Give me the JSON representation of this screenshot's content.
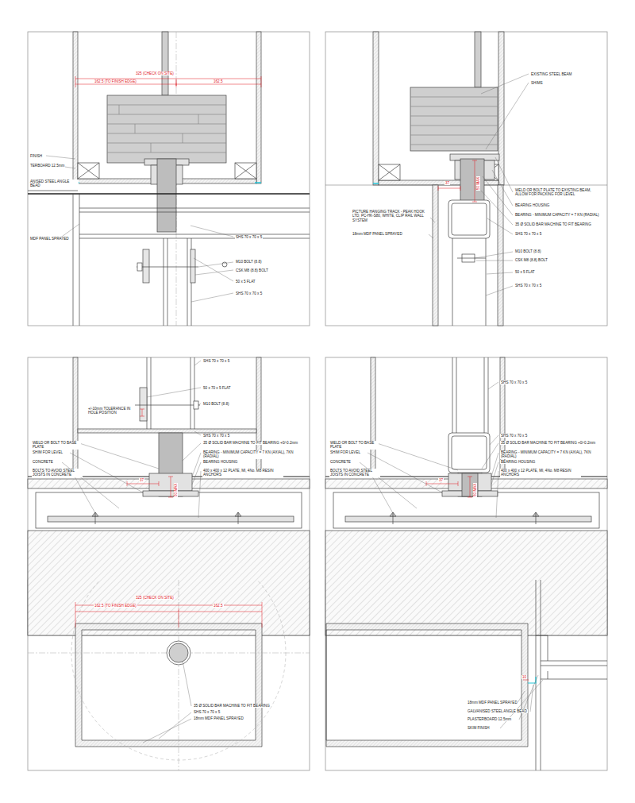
{
  "diagram": {
    "labels": [
      "325 (CHECK ON SITE)",
      "162.5 (TO FINISH EDGE)",
      "162.5",
      "FINISH",
      "TERBOARD 12.5mm",
      "ANISED STEEL ANGLE BEAD",
      "MDF PANEL SPRAYED",
      "SHS 70 x 70 x 5",
      "M10 BOLT (8.8)",
      "CSK M8 (8.8) BOLT",
      "50 x 5 FLAT",
      "SHS 70 x 70 x 5",
      "EXISTING STEEL BEAM",
      "SHIMS",
      "WELD OR BOLT PLATE TO EXISTING BEAM, ALLOW FOR PACKING FOR LEVEL",
      "BEARING HOUSING",
      "BEARING - MINIMUM CAPACITY = 7 KN (RADIAL)",
      "35 Ø SOLID BAR MACHINE TO FIT BEARING",
      "SHS 70 x 70 x 5",
      "M10 BOLT (8.8)",
      "CSK M8 (8.8) BOLT",
      "50 x 5 FLAT",
      "SHS 70 x 70 x 5",
      "PICTURE HANGING TRACK - PEAK HOOK LTD, PC-HK-S80, WHITE, CLIP RAIL WALL SYSTEM",
      "18mm MDF PANEL SPRAYED",
      "37",
      "50 MAX",
      "SHS 70 x 70 x 5",
      "50 x 70 x 5 FLAT",
      "M10 BOLT (8.8)",
      "+/-10mm TOLERANCE IN HOLE POSITION",
      "SHS 70 x 70 x 5",
      "WELD OR BOLT TO BASE PLATE",
      "SHIM FOR LEVEL",
      "CONCRETE",
      "BOLTS TO AVOID STEEL JOISTS IN CONCRETE",
      "35 Ø SOLID BAR MACHINE TO FIT BEARING +0/-0.2mm",
      "BEARING - MINIMUM CAPACITY = 7 KN (AXIAL), 7KN (RADIAL)",
      "BEARING HOUSING",
      "400 x 400 x 12 PLATE, MI, 4No. M8 RESIN ANCHORS",
      "37",
      "50 MAX",
      "SHS 70 x 70 x 5",
      "SHS 70 x 70 x 5",
      "WELD OR BOLT TO BASE PLATE",
      "SHIM FOR LEVEL",
      "CONCRETE",
      "BOLTS TO AVOID STEEL JOISTS IN CONCRETE",
      "35 Ø SOLID BAR MACHINE TO FIT BEARING +0/-0.2mm",
      "BEARING - MINIMUM CAPACITY = 7 KN (AXIAL), 7KN (RADIAL)",
      "BEARING HOUSING",
      "400 x 400 x 12 PLATE, MI, 4No. M8 RESIN ANCHORS",
      "37",
      "50 MAX",
      "325 (CHECK ON SITE)",
      "162.5 (TO FINISH EDGE)",
      "162.5",
      "35 Ø SOLID BAR MACHINE TO FIT BEARING",
      "SHS 70 x 70 x 5",
      "18mm MDF PANEL SPRAYED",
      "18mm MDF PANEL SPRAYED",
      "GALVANISED STEEL ANGLE BEAD",
      "PLASTERBOARD 12.5mm",
      "SKIM FINISH",
      "10"
    ]
  }
}
